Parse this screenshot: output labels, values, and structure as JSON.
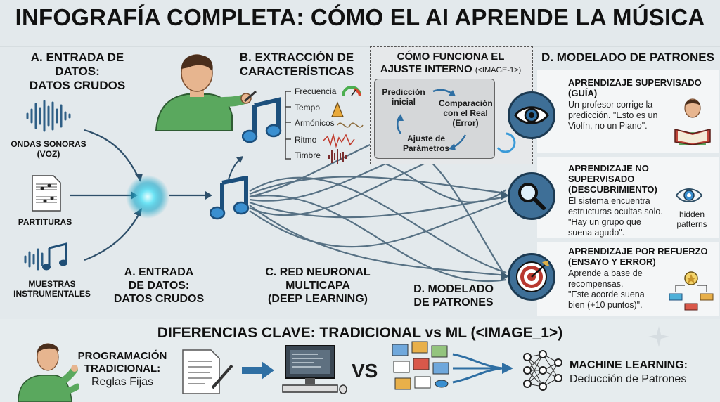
{
  "title": "INFOGRAFÍA COMPLETA: CÓMO EL AI APRENDE LA MÚSICA",
  "section_a": {
    "header_line1": "A. ENTRADA DE DATOS:",
    "header_line2": "DATOS CRUDOS",
    "input_voice_line1": "ONDAS SONORAS",
    "input_voice_line2": "(VOZ)",
    "input_scores": "PARTITURAS",
    "input_samples_line1": "MUESTRAS",
    "input_samples_line2": "INSTRUMENTALES",
    "bottom_label_line1": "A. ENTRADA",
    "bottom_label_line2": "DE DATOS:",
    "bottom_label_line3": "DATOS CRUDOS"
  },
  "section_b": {
    "header_line1": "B. EXTRACCIÓN DE",
    "header_line2": "CARACTERÍSTICAS",
    "features": [
      "Frecuencia",
      "Tempo",
      "Armónicos",
      "Ritmo",
      "Timbre"
    ]
  },
  "section_c": {
    "label_line1": "C. RED NEURONAL",
    "label_line2": "MULTICAPA",
    "label_line3": "(DEEP LEARNING)"
  },
  "section_d_label": {
    "line1": "D. MODELADO",
    "line2": "DE PATRONES"
  },
  "ajuste": {
    "title_line1": "CÓMO FUNCIONA EL",
    "title_line2": "AJUSTE INTERNO",
    "title_tag": "(<IMAGE-1>)",
    "step1_line1": "Predicción",
    "step1_line2": "inicial",
    "step2_line1": "Comparación",
    "step2_line2": "con el Real",
    "step2_line3": "(Error)",
    "step3_line1": "Ajuste de",
    "step3_line2": "Parámetros"
  },
  "section_d": {
    "header": "D. MODELADO DE PATRONES",
    "supervised": {
      "title_line1": "APRENDIZAJE SUPERVISADO",
      "title_line2": "(GUÍA)",
      "text": [
        "Un profesor corrige la",
        "predicción. \"Esto es un",
        "Violín, no un Piano\"."
      ]
    },
    "unsupervised": {
      "title_line1": "APRENDIZAJE NO SUPERVISADO",
      "title_line2": "(DESCUBRIMIENTO)",
      "text": [
        "El sistema encuentra",
        "estructuras ocultas solo.",
        "\"Hay un grupo que",
        "suena agudo\"."
      ],
      "icon_caption_line1": "hidden",
      "icon_caption_line2": "patterns"
    },
    "reinforcement": {
      "title_line1": "APRENDIZAJE POR REFUERZO",
      "title_line2": "(ENSAYO Y ERROR)",
      "text": [
        "Aprende a base de",
        "recompensas.",
        "\"Este acorde suena",
        "bien (+10 puntos)\"."
      ]
    }
  },
  "bottom": {
    "header": "DIFERENCIAS CLAVE: TRADICIONAL vs ML (<IMAGE_1>)",
    "traditional_line1": "PROGRAMACIÓN",
    "traditional_line2": "TRADICIONAL:",
    "traditional_sub": "Reglas Fijas",
    "vs": "VS",
    "ml_title": "MACHINE LEARNING:",
    "ml_sub": "Deducción de Patrones"
  },
  "colors": {
    "background": "#e3e9ec",
    "accent_blue": "#2f6fa3",
    "note_blue": "#3a8fd0",
    "glow": "#5fd8f0",
    "shirt_green": "#58a65c",
    "target_red": "#b8382f",
    "panel_bg": "#f4f6f7"
  }
}
